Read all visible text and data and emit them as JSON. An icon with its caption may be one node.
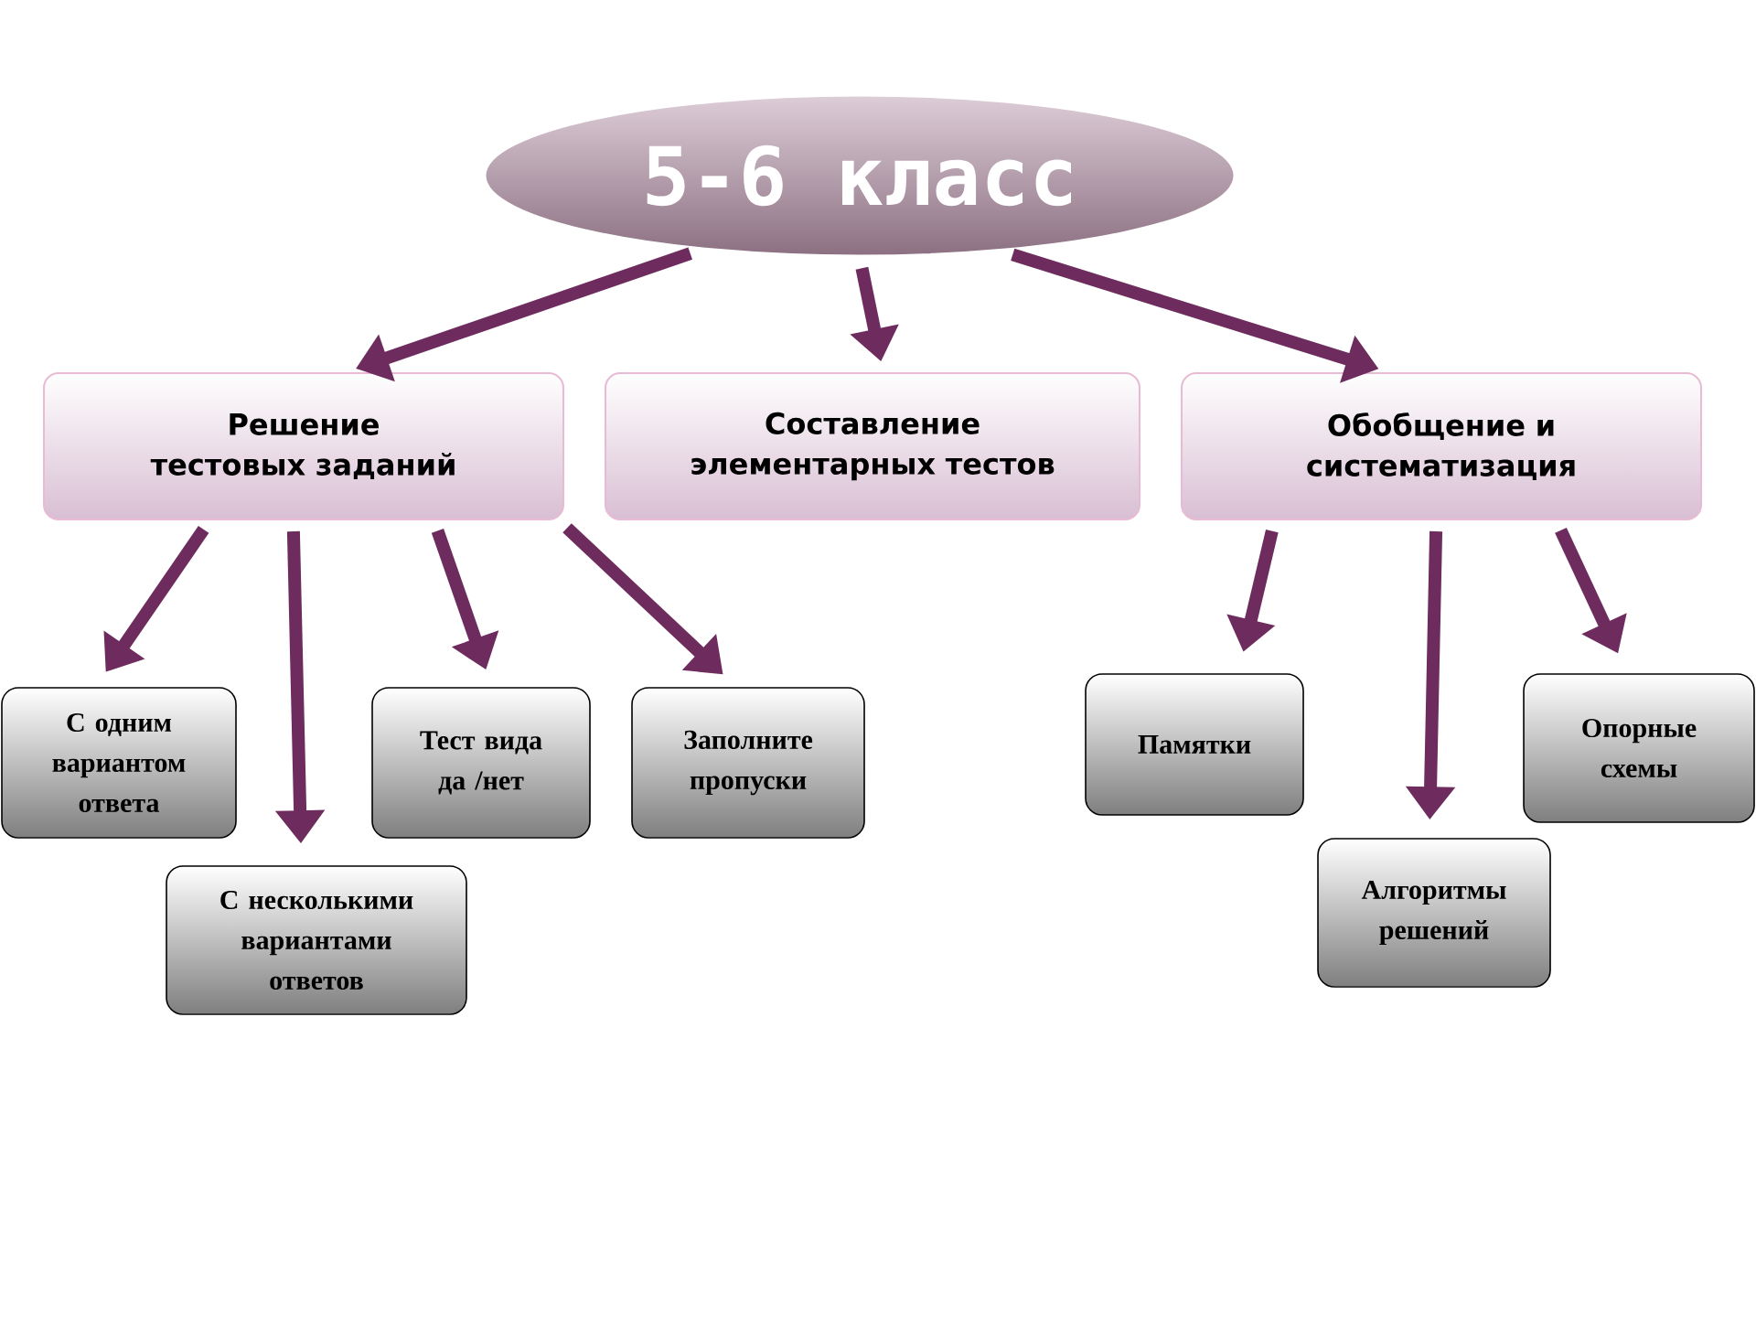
{
  "diagram": {
    "nodes": [
      {
        "text": [
          "5-6 класс"
        ]
      },
      {
        "text": [
          "Решение тестовых заданий"
        ]
      },
      {
        "text": [
          "Составление элементарных тестов"
        ]
      },
      {
        "text": [
          "Обобщение и систематизация"
        ]
      },
      {
        "text": [
          "С одним вариантом ответа"
        ]
      },
      {
        "text": [
          "С несколькими вариантами ответов"
        ]
      },
      {
        "text": [
          "Тест вида да /нет"
        ]
      },
      {
        "text": [
          "Заполните пропуски"
        ]
      },
      {
        "text": [
          "Памятки"
        ]
      },
      {
        "text": [
          "Алгоритмы решений"
        ]
      },
      {
        "text": [
          "Опорные схемы"
        ]
      }
    ],
    "edges": [
      {
        "from": 0,
        "to": 1,
        "arrow": "to"
      },
      {
        "from": 0,
        "to": 2,
        "arrow": "to"
      },
      {
        "from": 0,
        "to": 3,
        "arrow": "to"
      },
      {
        "from": 1,
        "to": 4,
        "arrow": "to"
      },
      {
        "from": 1,
        "to": 5,
        "arrow": "to"
      },
      {
        "from": 1,
        "to": 6,
        "arrow": "to"
      },
      {
        "from": 1,
        "to": 7,
        "arrow": "to"
      },
      {
        "from": 3,
        "to": 8,
        "arrow": "to"
      },
      {
        "from": 3,
        "to": 9,
        "arrow": "to"
      },
      {
        "from": 3,
        "to": 10,
        "arrow": "to"
      }
    ]
  }
}
